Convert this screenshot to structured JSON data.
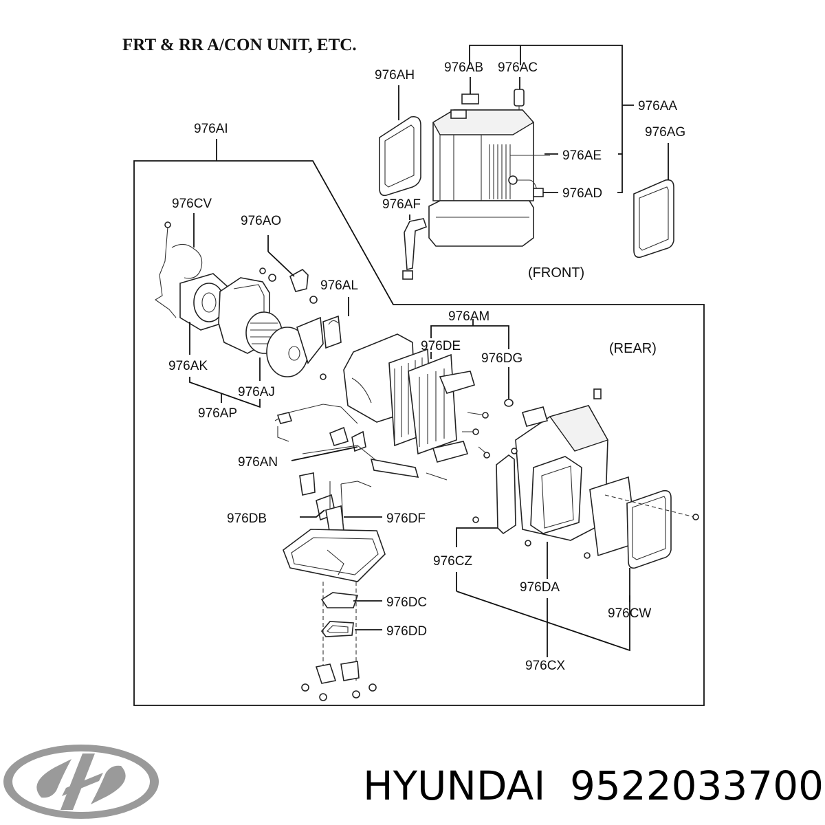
{
  "diagram": {
    "title": "FRT & RR A/CON UNIT, ETC.",
    "front_label": "(FRONT)",
    "rear_label": "(REAR)",
    "part_labels": [
      {
        "id": "976AH",
        "text": "976AH"
      },
      {
        "id": "976AB",
        "text": "976AB"
      },
      {
        "id": "976AC",
        "text": "976AC"
      },
      {
        "id": "976AA",
        "text": "976AA"
      },
      {
        "id": "976AG",
        "text": "976AG"
      },
      {
        "id": "976AE",
        "text": "976AE"
      },
      {
        "id": "976AD",
        "text": "976AD"
      },
      {
        "id": "976AF",
        "text": "976AF"
      },
      {
        "id": "976AI",
        "text": "976AI"
      },
      {
        "id": "976CV",
        "text": "976CV"
      },
      {
        "id": "976AO",
        "text": "976AO"
      },
      {
        "id": "976AL",
        "text": "976AL"
      },
      {
        "id": "976AM",
        "text": "976AM"
      },
      {
        "id": "976DE",
        "text": "976DE"
      },
      {
        "id": "976DG",
        "text": "976DG"
      },
      {
        "id": "976AK",
        "text": "976AK"
      },
      {
        "id": "976AJ",
        "text": "976AJ"
      },
      {
        "id": "976AP",
        "text": "976AP"
      },
      {
        "id": "976AN",
        "text": "976AN"
      },
      {
        "id": "976DB",
        "text": "976DB"
      },
      {
        "id": "976DF",
        "text": "976DF"
      },
      {
        "id": "976CZ",
        "text": "976CZ"
      },
      {
        "id": "976DA",
        "text": "976DA"
      },
      {
        "id": "976CW",
        "text": "976CW"
      },
      {
        "id": "976DC",
        "text": "976DC"
      },
      {
        "id": "976DD",
        "text": "976DD"
      },
      {
        "id": "976CX",
        "text": "976CX"
      }
    ]
  },
  "footer": {
    "brand": "HYUNDAI",
    "part_number": "9522033700",
    "logo_icon": "hyundai-logo-icon"
  }
}
